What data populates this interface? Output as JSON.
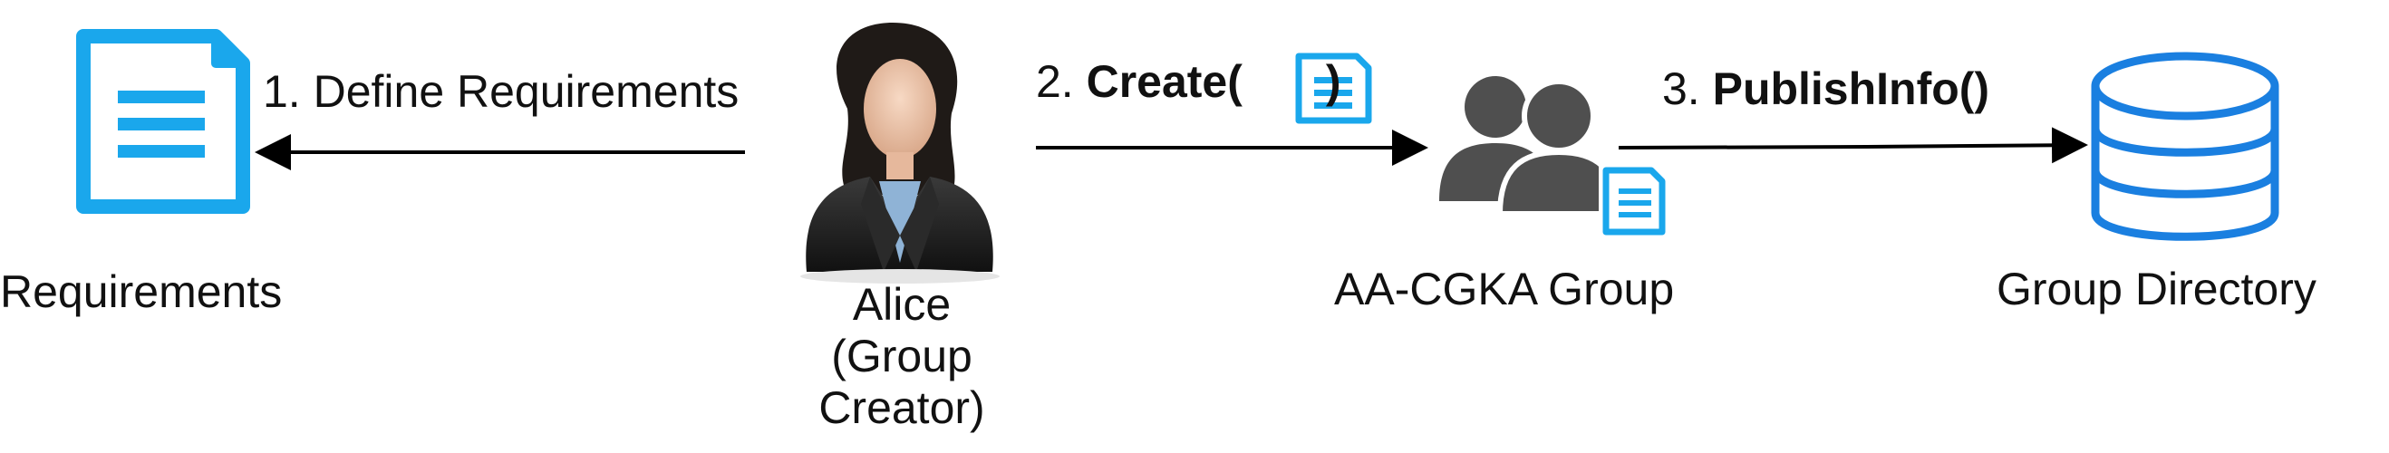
{
  "nodes": {
    "requirements": {
      "label": "Requirements",
      "icon": "document-icon"
    },
    "alice": {
      "line1": "Alice",
      "line2": "(Group",
      "line3": "Creator)",
      "icon": "businesswoman-avatar"
    },
    "group": {
      "label": "AA-CGKA Group",
      "icon": "user-group-icon"
    },
    "directory": {
      "label": "Group Directory",
      "icon": "database-icon"
    }
  },
  "edges": {
    "define": {
      "label": "1. Define Requirements"
    },
    "create": {
      "prefix": "2. ",
      "name": "Create(",
      "suffix": ")"
    },
    "publish": {
      "prefix": "3. ",
      "name": "PublishInfo()"
    }
  },
  "colors": {
    "doc_blue": "#1aa7ec",
    "db_blue": "#1a7fe0",
    "group_gray": "#4f4f4f",
    "arrow": "#000000"
  }
}
